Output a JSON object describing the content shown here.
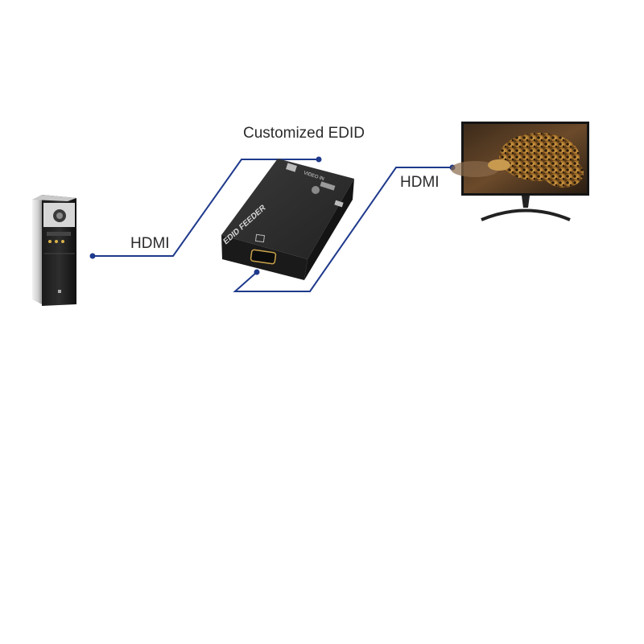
{
  "diagram": {
    "labels": {
      "customized_edid": "Customized EDID",
      "hdmi_input": "HDMI",
      "hdmi_output": "HDMI"
    },
    "device": {
      "brand_text": "EDID FEEDER",
      "top_text": "VIDEO IN"
    },
    "nodes": [
      {
        "id": "pc",
        "icon": "desktop-pc-tower-icon"
      },
      {
        "id": "edid-feeder",
        "icon": "edid-feeder-box-icon"
      },
      {
        "id": "monitor",
        "icon": "monitor-icon"
      }
    ],
    "colors": {
      "connector_line": "#1f3a8c",
      "text": "#2b2b2b",
      "device_body": "#2a2a2a"
    }
  }
}
